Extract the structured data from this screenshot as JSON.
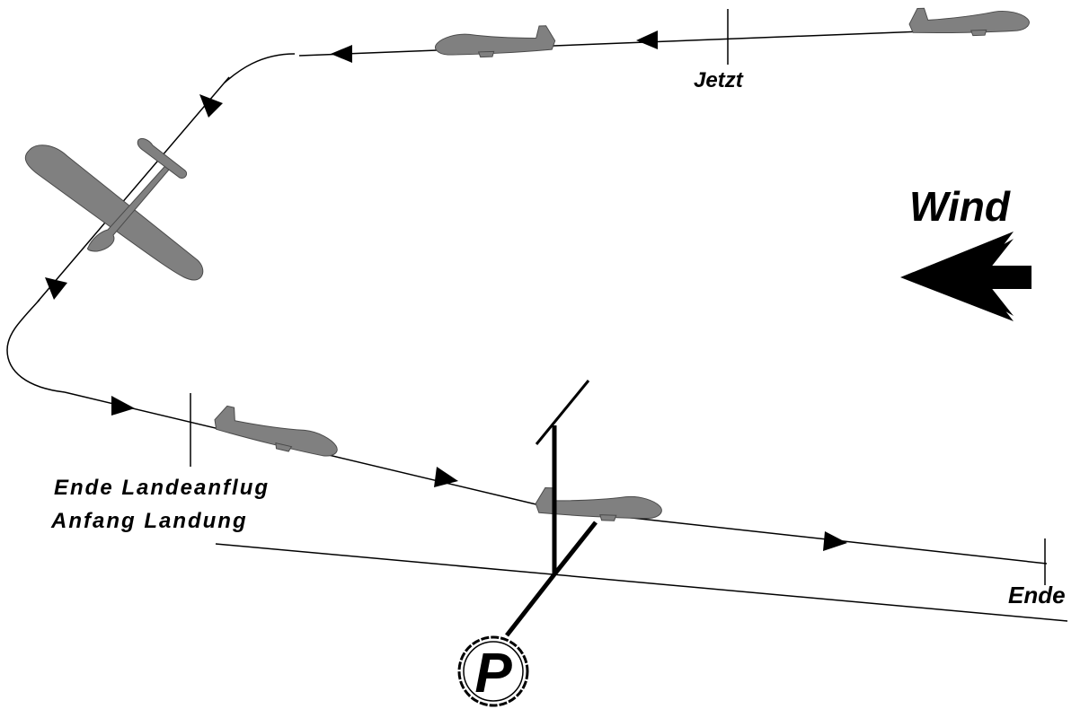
{
  "labels": {
    "now": "Jetzt",
    "wind": "Wind",
    "end_approach": "Ende Landeanflug",
    "start_landing": "Anfang Landung",
    "end": "Ende",
    "pilot": "P"
  },
  "colors": {
    "line": "#000000",
    "glider": "#808080",
    "glider_outline": "#4a4a4a",
    "background": "#ffffff"
  },
  "icons": {
    "wind_arrow": "double-chevron-arrow-left",
    "glider": "glider-silhouette",
    "flight_direction": "triangle-arrowhead",
    "pilot_position": "circle-letter-p"
  }
}
